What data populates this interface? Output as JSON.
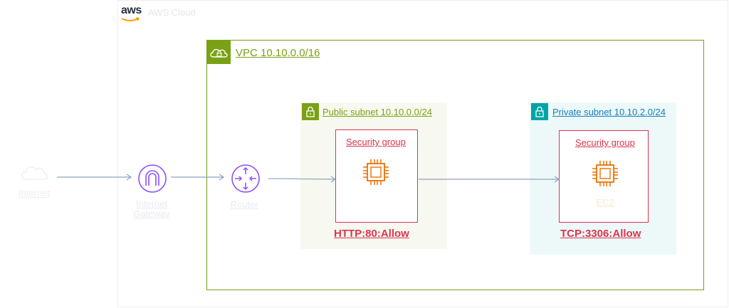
{
  "aws_cloud": {
    "logo": "aws",
    "label": "AWS Cloud"
  },
  "vpc": {
    "label": "VPC 10.10.0.0/16",
    "color": "#7aa116",
    "icon": "vpc-cloud-lock-icon"
  },
  "public_subnet": {
    "label": "Public subnet 10.10.0.0/24",
    "color": "#7aa116",
    "icon": "lock-icon"
  },
  "private_subnet": {
    "label": "Private subnet 10.10.2.0/24",
    "color": "#147eba",
    "icon": "lock-icon"
  },
  "security_groups": [
    {
      "label": "Security group",
      "rule": "HTTP:80:Allow",
      "instance_icon": "ec2-instance-icon"
    },
    {
      "label": "Security group",
      "rule": "TCP:3306:Allow",
      "instance_icon": "ec2-instance-icon"
    }
  ],
  "nodes": {
    "internet": {
      "label": "Internet",
      "icon": "internet-cloud-icon"
    },
    "internet_gateway": {
      "label_line1": "Internet",
      "label_line2": "Gateway",
      "icon": "internet-gateway-icon"
    },
    "router": {
      "label": "Router",
      "icon": "router-icon"
    },
    "private_instance": {
      "label": "EC2"
    }
  },
  "colors": {
    "security_group": "#dd344c",
    "gateway": "#8c4fff",
    "arrow": "#8fa1c2",
    "ec2": "#ed7100"
  }
}
